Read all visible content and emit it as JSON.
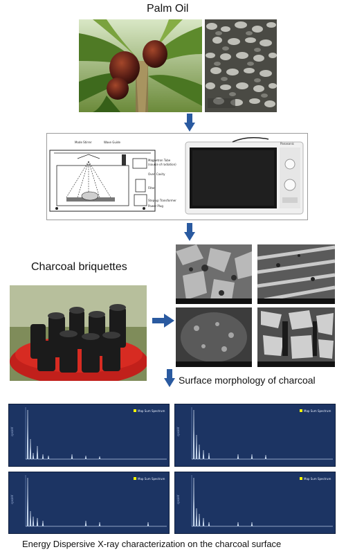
{
  "labels": {
    "palm_oil": "Palm Oil",
    "charcoal_briquettes": "Charcoal briquettes",
    "surface_morphology": "Surface morphology of charcoal",
    "eds_caption": "Energy Dispersive X-ray characterization on the charcoal surface"
  },
  "microwave_diagram": {
    "mode_stirrer": "Mode Stirrer",
    "wave_guide": "Wave Guide",
    "magnetron_tube": "Magnetron Tube",
    "magnetron_note": "(source of radiation)",
    "oven_cavity": "Oven Cavity",
    "filter": "Filter",
    "transformer": "Step-up Transformer",
    "power_plug": "Power Plug",
    "brand": "Panasonic"
  },
  "eds": {
    "legend": "Map Sum Spectrum",
    "y_unit": "cps/eV",
    "legend_color": "#ffff00",
    "panel_color": "#1c3463",
    "peak_color": "#b8cde8"
  },
  "colors": {
    "arrow": "#2a5aa0",
    "eds_background": "#1c3463"
  },
  "icons": {
    "arrow": "arrow-down-icon",
    "arrow_right": "arrow-right-icon"
  }
}
